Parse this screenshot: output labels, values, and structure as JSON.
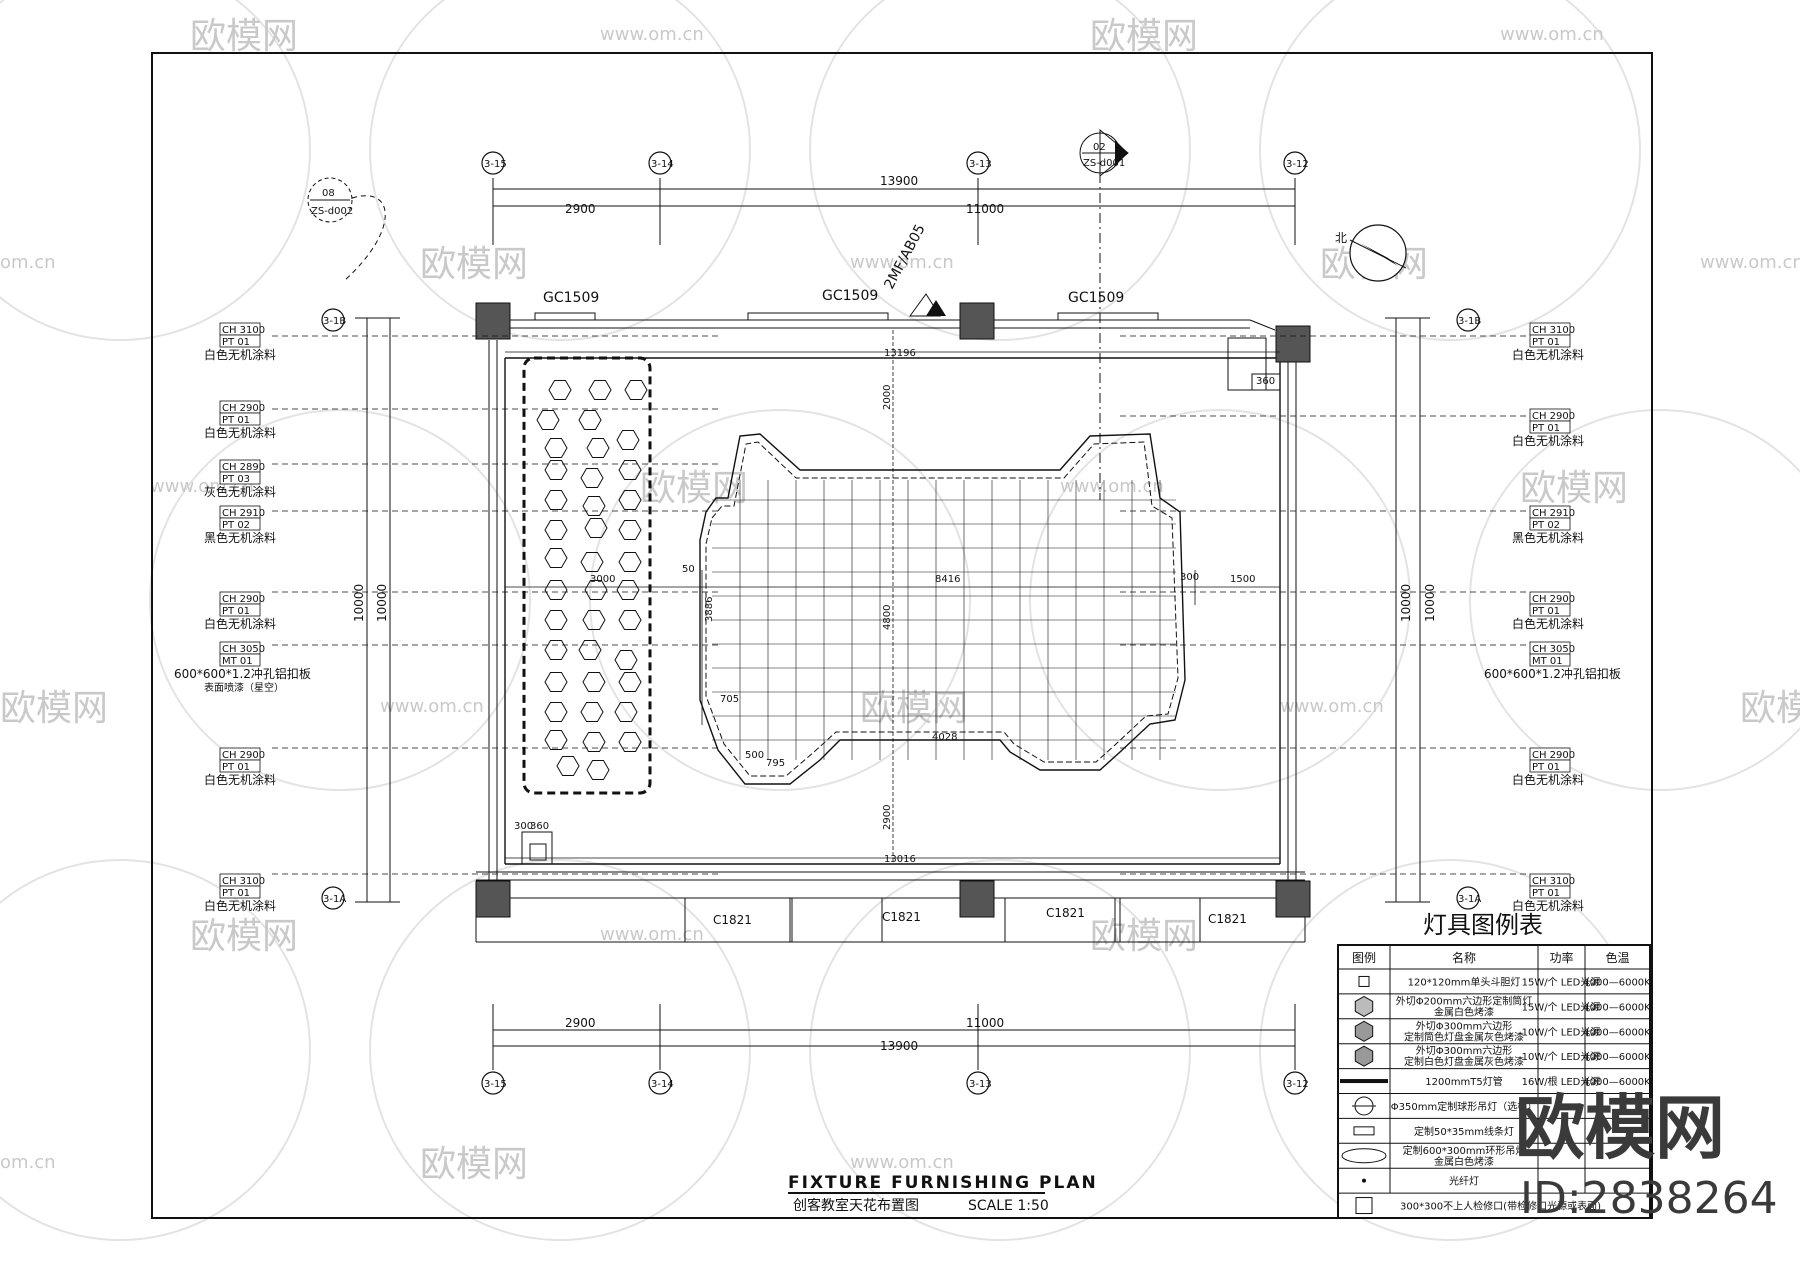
{
  "watermark": {
    "brand": "欧模网",
    "site": "www.om.cn",
    "site_short": "om.cn",
    "logo_text": "欧模网",
    "id_text": "ID:2838264"
  },
  "plan": {
    "title_en": "FIXTURE FURNISHING PLAN",
    "title_cn": "创客教室天花布置图",
    "scale": "SCALE 1:50",
    "axes_top": [
      "3-15",
      "3-14",
      "3-13",
      "3-12"
    ],
    "axes_side": [
      "3-1B",
      "3-1A"
    ],
    "dims": {
      "total_width": "13900",
      "span_left": "2900",
      "span_right": "11000",
      "height_outer": "10000",
      "height_inner": "10000",
      "inner_width_top": "13196",
      "inner_width_bottom": "13016",
      "vertical_top": "2000",
      "vertical_bottom": "2900",
      "center_height": "4800",
      "center_width": "8416",
      "left_offset": "3000",
      "right_offset": "1500",
      "island_width": "4028",
      "inner_height": "3886",
      "corner_a": "705",
      "corner_b": "500",
      "corner_c": "795",
      "small_box_a": "360",
      "small_box_b": "300",
      "right_gap": "300",
      "small_fifty": "50"
    },
    "windows_top": [
      "GC1509",
      "GC1509",
      "GC1509"
    ],
    "windows_bottom": [
      "C1821",
      "C1821",
      "C1821",
      "C1821"
    ],
    "detail_tag_a": {
      "num": "08",
      "ref": "ZS-d002"
    },
    "detail_tag_b": {
      "num": "02",
      "ref": "ZS-d001"
    },
    "level_text": "2MF/AB05",
    "north_label": "北",
    "left_tags": [
      {
        "code1": "CH 3100",
        "code2": "PT 01",
        "text": "白色无机涂料",
        "sub": ""
      },
      {
        "code1": "CH 2900",
        "code2": "PT 01",
        "text": "白色无机涂料",
        "sub": ""
      },
      {
        "code1": "CH 2890",
        "code2": "PT 03",
        "text": "灰色无机涂料",
        "sub": ""
      },
      {
        "code1": "CH 2910",
        "code2": "PT 02",
        "text": "黑色无机涂料",
        "sub": ""
      },
      {
        "code1": "CH 2900",
        "code2": "PT 01",
        "text": "白色无机涂料",
        "sub": ""
      },
      {
        "code1": "CH 3050",
        "code2": "MT 01",
        "text": "600*600*1.2冲孔铝扣板",
        "sub": "表面喷漆（星空）"
      },
      {
        "code1": "CH 2900",
        "code2": "PT 01",
        "text": "白色无机涂料",
        "sub": ""
      },
      {
        "code1": "CH 3100",
        "code2": "PT 01",
        "text": "白色无机涂料",
        "sub": ""
      }
    ],
    "right_tags": [
      {
        "code1": "CH 3100",
        "code2": "PT 01",
        "text": "白色无机涂料"
      },
      {
        "code1": "CH 2900",
        "code2": "PT 01",
        "text": "白色无机涂料"
      },
      {
        "code1": "CH 2910",
        "code2": "PT 02",
        "text": "黑色无机涂料"
      },
      {
        "code1": "CH 2900",
        "code2": "PT 01",
        "text": "白色无机涂料"
      },
      {
        "code1": "CH 3050",
        "code2": "MT 01",
        "text": "600*600*1.2冲孔铝扣板"
      },
      {
        "code1": "CH 2900",
        "code2": "PT 01",
        "text": "白色无机涂料"
      },
      {
        "code1": "CH 3100",
        "code2": "PT 01",
        "text": "白色无机涂料"
      }
    ]
  },
  "legend": {
    "title": "灯具图例表",
    "headers": [
      "图例",
      "名称",
      "功率",
      "色温"
    ],
    "rows": [
      {
        "name": "120*120mm单头斗胆灯",
        "name2": "",
        "power": "15W/个 LED光源",
        "temp": "4000—6000K"
      },
      {
        "name": "外切Φ200mm六边形定制筒灯",
        "name2": "金属白色烤漆",
        "power": "15W/个 LED光源",
        "temp": "4000—6000K"
      },
      {
        "name": "外切Φ300mm六边形",
        "name2": "定制筒色灯盘金属灰色烤漆",
        "power": "10W/个 LED光源",
        "temp": "4000—6000K"
      },
      {
        "name": "外切Φ300mm六边形",
        "name2": "定制白色灯盘金属灰色烤漆",
        "power": "10W/个 LED光源",
        "temp": "4000—6000K"
      },
      {
        "name": "1200mmT5灯管",
        "name2": "",
        "power": "16W/根 LED光源",
        "temp": "4000—6000K"
      },
      {
        "name": "Φ350mm定制球形吊灯（选样）",
        "name2": "",
        "power": "",
        "temp": ""
      },
      {
        "name": "定制50*35mm线条灯",
        "name2": "",
        "power": "",
        "temp": ""
      },
      {
        "name": "定制600*300mm环形吊灯",
        "name2": "金属白色烤漆",
        "power": "",
        "temp": ""
      },
      {
        "name": "光纤灯",
        "name2": "",
        "power": "",
        "temp": ""
      },
      {
        "name": "300*300不上人检修口(带检修口光源或表面)",
        "name2": "",
        "power": "",
        "temp": ""
      }
    ]
  }
}
